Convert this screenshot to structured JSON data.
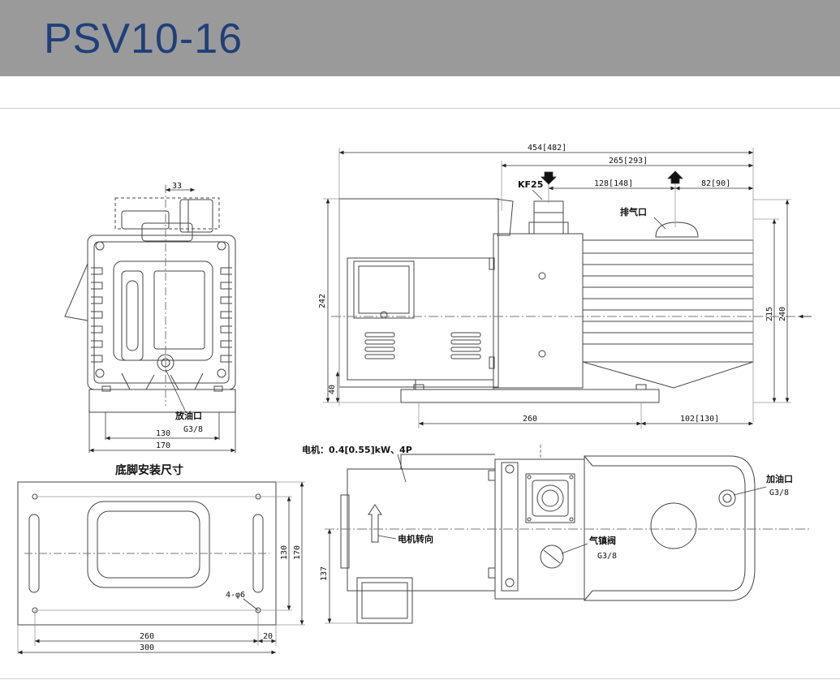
{
  "header": {
    "title": "PSV10-16"
  },
  "front_view": {
    "dim_top": "33",
    "drain_label": "放油口",
    "drain_thread": "G3/8",
    "dim_130": "130",
    "dim_170": "170"
  },
  "foot_view": {
    "title": "底脚安装尺寸",
    "holes": "4-φ6",
    "dim_260": "260",
    "dim_20": "20",
    "dim_300": "300",
    "dim_130": "130",
    "dim_170": "170"
  },
  "side_view": {
    "dim_overall": "454[482]",
    "dim_265": "265[293]",
    "dim_128": "128[148]",
    "dim_82": "82[90]",
    "inlet_label": "KF25",
    "exhaust_label": "排气口",
    "dim_242": "242",
    "dim_40": "40",
    "dim_215": "215",
    "dim_240": "240",
    "dim_260": "260",
    "dim_102": "102[130]"
  },
  "top_view": {
    "motor_label": "电机：0.4[0.55]kW、4P",
    "rotation_label": "电机转向",
    "ballast_label": "气镇阀",
    "ballast_thread": "G3/8",
    "fill_label": "加油口",
    "fill_thread": "G3/8",
    "dim_137": "137"
  }
}
